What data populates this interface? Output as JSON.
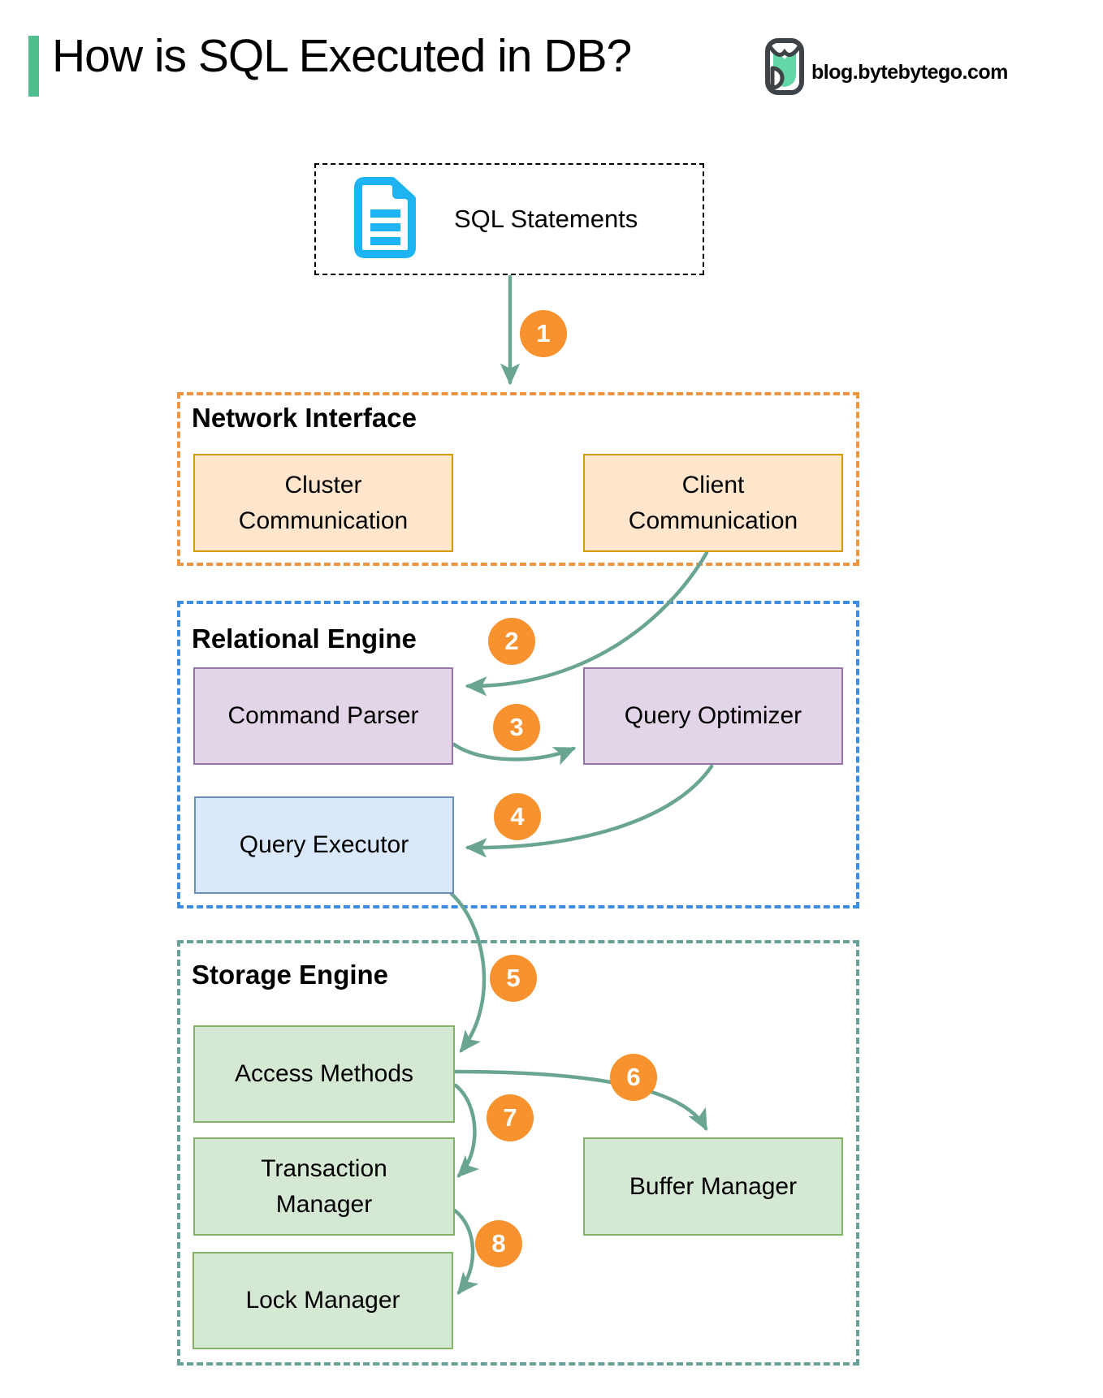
{
  "header": {
    "title": "How is SQL Executed in DB?",
    "site": "blog.bytebytego.com"
  },
  "source": {
    "label": "SQL Statements"
  },
  "sections": {
    "network": {
      "title": "Network Interface",
      "cluster": "Cluster Communication",
      "client": "Client Communication"
    },
    "relational": {
      "title": "Relational Engine",
      "parser": "Command Parser",
      "optimizer": "Query Optimizer",
      "executor": "Query Executor"
    },
    "storage": {
      "title": "Storage Engine",
      "access": "Access Methods",
      "transaction": "Transaction Manager",
      "buffer": "Buffer Manager",
      "lock": "Lock Manager"
    }
  },
  "steps": [
    "1",
    "2",
    "3",
    "4",
    "5",
    "6",
    "7",
    "8"
  ],
  "flow": [
    "SQL Statements -> Network Interface",
    "Client Communication -> Command Parser",
    "Command Parser -> Query Optimizer",
    "Query Optimizer -> Query Executor",
    "Query Executor -> Access Methods",
    "Access Methods -> Buffer Manager",
    "Access Methods -> Transaction Manager",
    "Transaction Manager -> Lock Manager"
  ],
  "colors": {
    "accent_bar": "#4fc08d",
    "doc_icon": "#1db4f1",
    "arrow": "#6aa594",
    "step_badge": "#f7922e",
    "network_border": "#ef9440",
    "network_box_fill": "#ffe6cc",
    "network_box_border": "#d79b00",
    "relational_border": "#3d8ee3",
    "purple_fill": "#e1d5e7",
    "purple_border": "#9673a6",
    "blue_fill": "#dae8fc",
    "blue_border": "#6c8ebf",
    "storage_border": "#67a096",
    "green_fill": "#d5e8d4",
    "green_border": "#82b366"
  }
}
